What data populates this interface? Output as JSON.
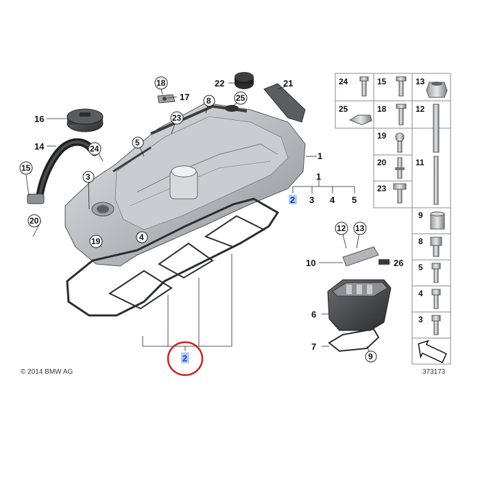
{
  "copyright": "© 2014 BMW AG",
  "diagram_number": "373173",
  "highlight_color": "#2f6fd6",
  "circle_color": "#cc1f1f",
  "callouts": {
    "c1": "1",
    "c2": "2",
    "c3": "3",
    "c4": "4",
    "c5": "5",
    "c6": "6",
    "c7": "7",
    "c8": "8",
    "c9": "9",
    "c10": "10",
    "c11": "11",
    "c12": "12",
    "c13": "13",
    "c14": "14",
    "c15": "15",
    "c16": "16",
    "c17": "17",
    "c18": "18",
    "c19": "19",
    "c20": "20",
    "c21": "21",
    "c22": "22",
    "c23": "23",
    "c24": "24",
    "c25": "25",
    "c26": "26"
  },
  "kit": {
    "parent": "1",
    "items": [
      "2",
      "3",
      "4",
      "5"
    ]
  },
  "gasket_label": "2",
  "grid": {
    "r1c1": "24",
    "r1c2": "15",
    "r1c3": "13",
    "r2c1": "25",
    "r2c2": "18",
    "r2c3": "12",
    "r3c2": "19",
    "r4c2": "20",
    "r4c3": "11",
    "r5c2": "23",
    "r6c3": "9",
    "r7c3": "8",
    "r8c3": "5",
    "r9c3": "4",
    "r10c3": "3"
  }
}
